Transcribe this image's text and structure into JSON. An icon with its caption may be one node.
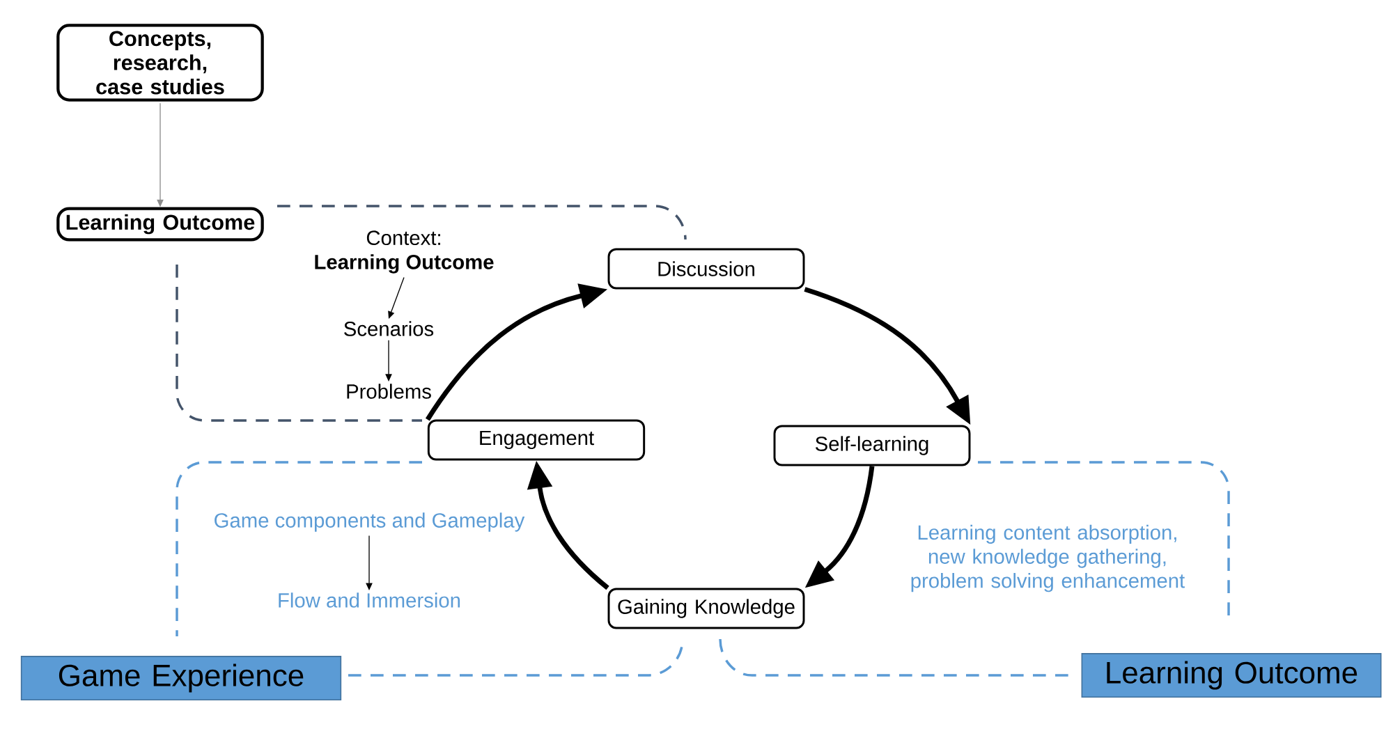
{
  "diagram": {
    "nodes": [
      {
        "text": [
          "Concepts, research, case studies"
        ]
      },
      {
        "text": [
          "Learning Outcome"
        ]
      },
      {
        "text": [
          "Discussion"
        ]
      },
      {
        "text": [
          "Self-learning"
        ]
      },
      {
        "text": [
          "Gaining Knowledge"
        ]
      },
      {
        "text": [
          "Engagement"
        ]
      },
      {
        "text": [
          "Game Experience"
        ]
      },
      {
        "text": [
          "Learning Outcome"
        ]
      },
      {
        "text": [
          "Context:",
          "Learning Outcome"
        ]
      },
      {
        "text": [
          "Scenarios"
        ]
      },
      {
        "text": [
          "Problems"
        ]
      },
      {
        "text": [
          "Game components and Gameplay"
        ]
      },
      {
        "text": [
          "Flow and Immersion"
        ]
      }
    ],
    "edges": [
      {
        "from": 0,
        "to": 1,
        "arrow": "to",
        "color": "#8c8c8c"
      },
      {
        "from": 5,
        "to": 2,
        "arrow": "to",
        "style": "thick"
      },
      {
        "from": 2,
        "to": 3,
        "arrow": "to",
        "style": "thick"
      },
      {
        "from": 3,
        "to": 4,
        "arrow": "to",
        "style": "thick"
      },
      {
        "from": 4,
        "to": 5,
        "arrow": "to",
        "style": "thick"
      },
      {
        "from": 8,
        "to": 9,
        "arrow": "to"
      },
      {
        "from": 9,
        "to": 10,
        "arrow": "to"
      },
      {
        "from": 11,
        "to": 12,
        "arrow": "to"
      }
    ],
    "labels": [
      "Learning content absorption, new knowledge gathering, problem solving enhancement"
    ]
  }
}
